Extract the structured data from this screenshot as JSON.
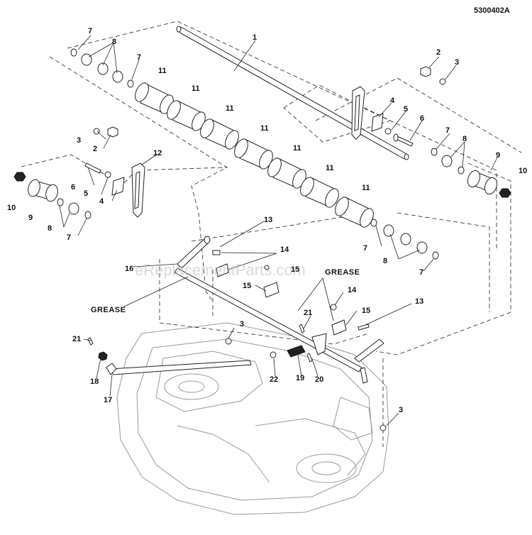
{
  "header": {
    "doc_number": "5300402A"
  },
  "watermark": "eReplacementParts.com",
  "notes": [
    "GREASE",
    "GREASE"
  ],
  "callouts": [
    "1",
    "2",
    "3",
    "4",
    "5",
    "6",
    "7",
    "8",
    "9",
    "10",
    "11",
    "12",
    "13",
    "14",
    "15",
    "16",
    "17",
    "18",
    "19",
    "20",
    "21",
    "22"
  ]
}
